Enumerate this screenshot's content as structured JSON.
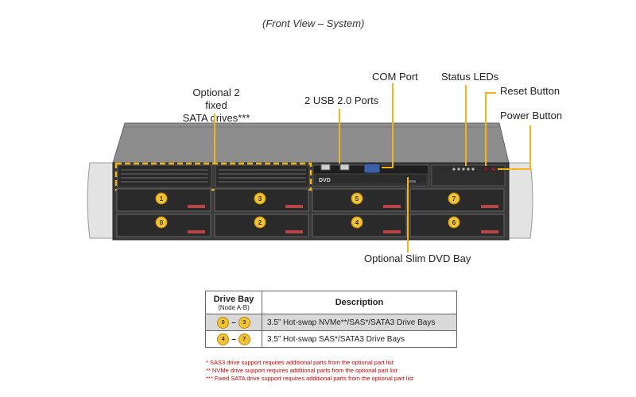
{
  "caption": "(Front View – System)",
  "callouts": {
    "fixed_drives_line1": "Optional 2 fixed",
    "fixed_drives_line2": "SATA drives***",
    "usb": "2 USB 2.0 Ports",
    "com": "COM Port",
    "status_leds": "Status LEDs",
    "reset": "Reset Button",
    "power": "Power Button",
    "dvd": "Optional Slim DVD Bay"
  },
  "dvd_label": "DVD",
  "bays": {
    "top_row": [
      "1",
      "3",
      "5",
      "7"
    ],
    "bottom_row": [
      "0",
      "2",
      "4",
      "6"
    ]
  },
  "colors": {
    "accent": "#f2b418",
    "badge": "#f2c232",
    "chassis": "#3a3a3a"
  },
  "table": {
    "header_bay": "Drive Bay",
    "header_bay_sub": "(Node A-B)",
    "header_desc": "Description",
    "rows": [
      {
        "from": "0",
        "to": "3",
        "description": "3.5” Hot-swap NVMe**/SAS*/SATA3 Drive  Bays"
      },
      {
        "from": "4",
        "to": "7",
        "description": "3.5” Hot-swap SAS*/SATA3 Drive  Bays"
      }
    ]
  },
  "notes": [
    "* SAS3 drive support requires additional parts from the optional part list",
    "** NVMe drive support requires additional parts from the optional part list",
    "*** Fixed SATA drive support requires additional parts from the optional part list"
  ]
}
